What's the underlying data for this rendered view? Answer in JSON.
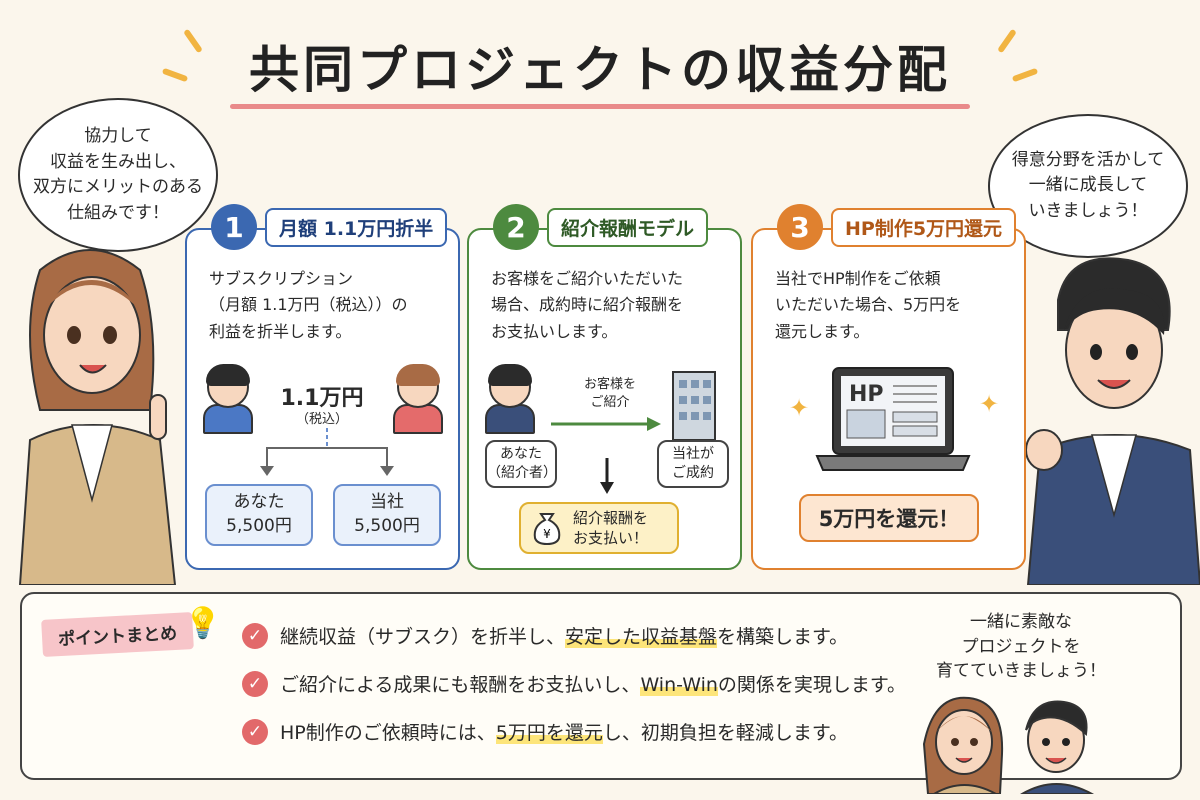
{
  "title": "共同プロジェクトの収益分配",
  "colors": {
    "blue": "#3b68b1",
    "green": "#4d8a3f",
    "orange": "#e0812f",
    "accent": "#e98a8a",
    "check": "#e2696a"
  },
  "left_bubble": "協力して\n収益を生み出し、\n双方にメリットのある\n仕組みです！",
  "right_bubble": "得意分野を活かして\n一緒に成長して\nいきましょう！",
  "cards": [
    {
      "number": "1",
      "label": "月額 1.1万円折半",
      "desc": "サブスクリプション\n（月額 1.1万円（税込））の\n利益を折半します。",
      "amount": "1.1万円",
      "tax": "（税込）",
      "split": [
        {
          "name": "あなた",
          "value": "5,500円"
        },
        {
          "name": "当社",
          "value": "5,500円"
        }
      ]
    },
    {
      "number": "2",
      "label": "紹介報酬モデル",
      "desc": "お客様をご紹介いただいた\n場合、成約時に紹介報酬を\nお支払いします。",
      "arrow_label": "お客様を\nご紹介",
      "you": "あなた\n（紹介者）",
      "company": "当社が\nご成約",
      "reward": "紹介報酬を\nお支払い！",
      "yen_icon": "money-bag-icon"
    },
    {
      "number": "3",
      "label": "HP制作5万円還元",
      "desc": "当社でHP制作をご依頼\nいただいた場合、5万円を\n還元します。",
      "screen_text": "HP",
      "refund": "5万円を還元！"
    }
  ],
  "summary": {
    "tag": "ポイントまとめ",
    "points": [
      {
        "pre": "継続収益（サブスク）を折半し、",
        "hl": "安定した収益基盤",
        "post": "を構築します。"
      },
      {
        "pre": "ご紹介による成果にも報酬をお支払いし、",
        "hl": "Win-Win",
        "post": "の関係を実現します。"
      },
      {
        "pre": "HP制作のご依頼時には、",
        "hl": "5万円を還元",
        "post": "し、初期負担を軽減します。"
      }
    ],
    "closing": "一緒に素敵な\nプロジェクトを\n育てていきましょう！"
  }
}
